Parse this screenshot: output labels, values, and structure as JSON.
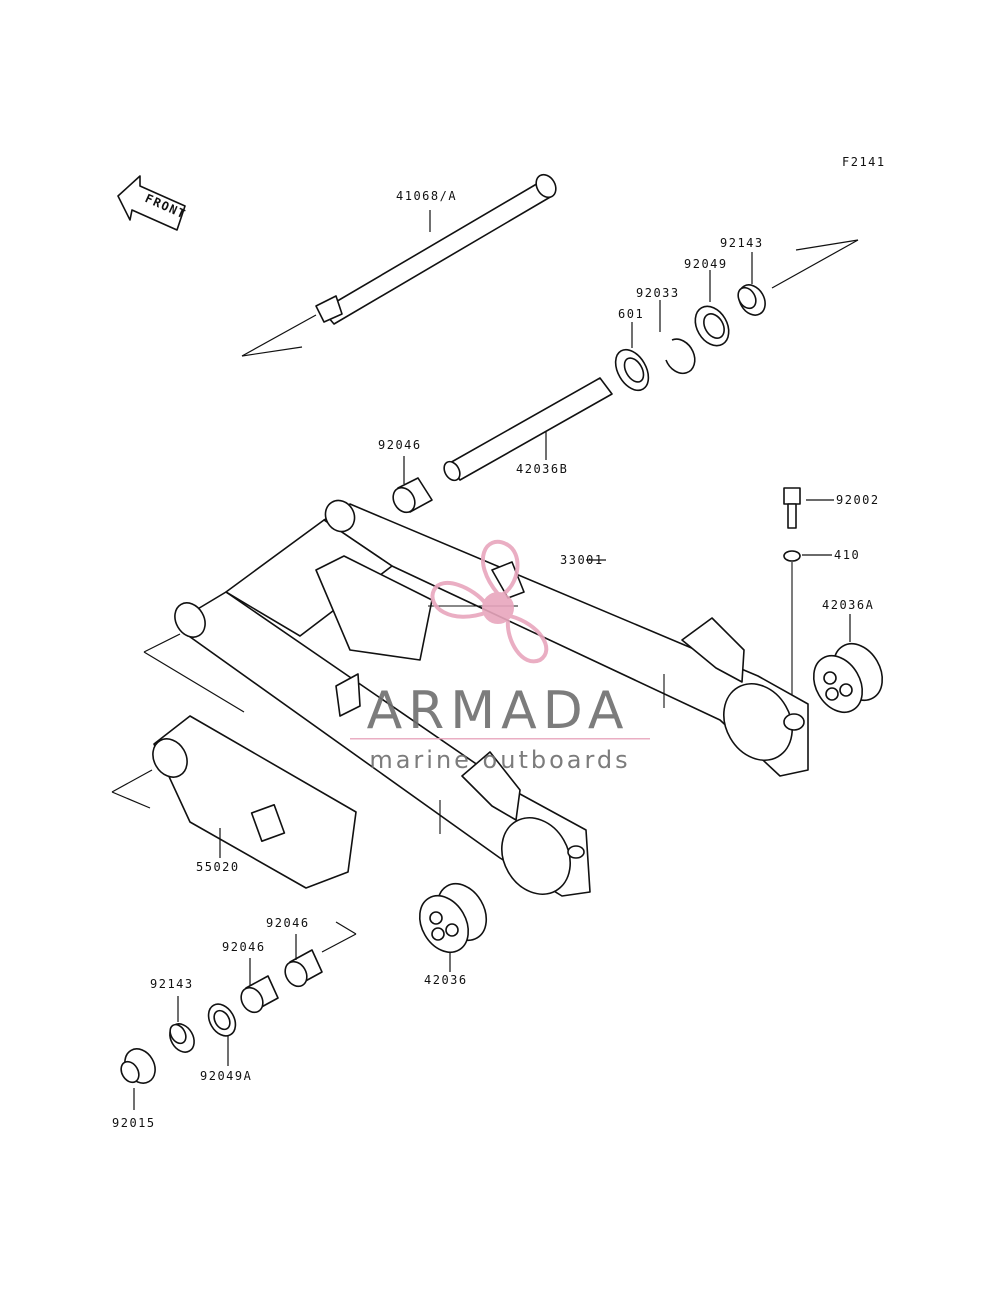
{
  "figure_code": "F2141",
  "front_badge": "FRONT",
  "watermark": {
    "brand": "ARMADA",
    "tagline": "marine outboards",
    "logo_color": "#e8a6bd",
    "text_color": "#6e6e6e"
  },
  "callouts": {
    "p41068A": "41068/A",
    "p92143_top": "92143",
    "p92049": "92049",
    "p92033": "92033",
    "p601": "601",
    "p42036B": "42036B",
    "p92046_top": "92046",
    "p92002": "92002",
    "p410": "410",
    "p33001": "33001",
    "p42036A": "42036A",
    "p55020": "55020",
    "p42036": "42036",
    "p92046_a": "92046",
    "p92046_b": "92046",
    "p92143_bot": "92143",
    "p92049A": "92049A",
    "p92015": "92015"
  }
}
